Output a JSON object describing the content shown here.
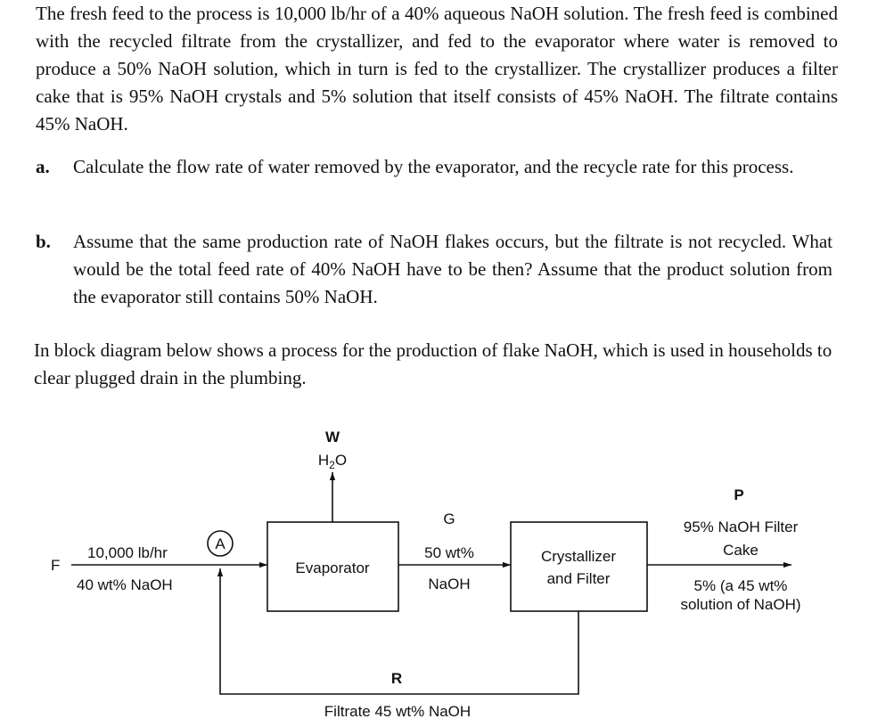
{
  "problem": {
    "intro": "The fresh feed to the process is 10,000 lb/hr of a 40% aqueous NaOH solution. The fresh feed is combined with the recycled filtrate from the crystallizer, and fed to the evaporator where water is removed to produce a 50% NaOH solution, which in turn is fed to the crystallizer. The crystallizer produces a filter cake that is 95% NaOH crystals and 5% solution that itself consists of 45% NaOH. The filtrate contains 45% NaOH.",
    "questions": [
      {
        "marker": "a.",
        "text": "Calculate the flow rate of water removed by the evaporator, and the recycle rate for this process."
      },
      {
        "marker": "b.",
        "text": "Assume that the same production rate of NaOH flakes occurs, but the filtrate is not recycled. What would be the total feed rate of 40% NaOH have to be then? Assume that the product solution from the evaporator still contains 50% NaOH."
      }
    ],
    "diagram_intro": "In block diagram below shows a process for the production of flake NaOH, which is used in households to clear plugged drain in the plumbing."
  },
  "diagram": {
    "feed": {
      "label": "F",
      "rate": "10,000 lb/hr",
      "composition": "40 wt% NaOH"
    },
    "mixer": {
      "label": "A"
    },
    "water": {
      "label": "W",
      "formula_main": "H",
      "formula_sub": "2",
      "formula_end": "O"
    },
    "evaporator": {
      "label": "Evaporator"
    },
    "stream_g": {
      "label": "G",
      "line1": "50 wt%",
      "line2": "NaOH"
    },
    "crystallizer": {
      "line1": "Crystallizer",
      "line2": "and Filter"
    },
    "product": {
      "label": "P",
      "line1": "95% NaOH Filter",
      "line2": "Cake",
      "line3": "5% (a 45 wt%",
      "line4": "solution of NaOH)"
    },
    "recycle": {
      "label": "R",
      "description": "Filtrate 45 wt% NaOH"
    }
  }
}
